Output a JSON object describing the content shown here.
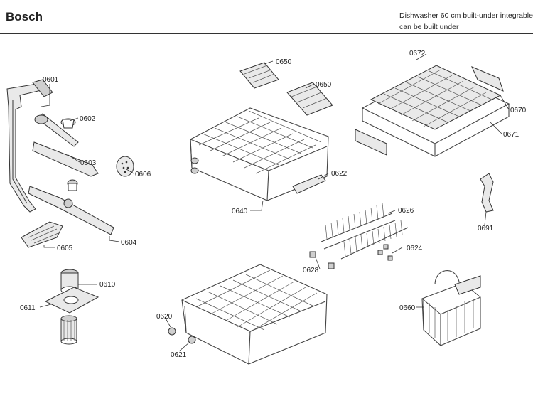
{
  "header": {
    "brand": "Bosch",
    "description_line1": "Dishwasher 60 cm built-under integrable",
    "description_line2": "can be built under"
  },
  "parts": {
    "p0601": "0601",
    "p0602": "0602",
    "p0603": "0603",
    "p0604": "0604",
    "p0605": "0605",
    "p0606": "0606",
    "p0610": "0610",
    "p0611": "0611",
    "p0620": "0620",
    "p0621": "0621",
    "p0622": "0622",
    "p0624": "0624",
    "p0626": "0626",
    "p0628": "0628",
    "p0640": "0640",
    "p0650a": "0650",
    "p0650b": "0650",
    "p0660": "0660",
    "p0670": "0670",
    "p0671": "0671",
    "p0672": "0672",
    "p0691": "0691"
  }
}
